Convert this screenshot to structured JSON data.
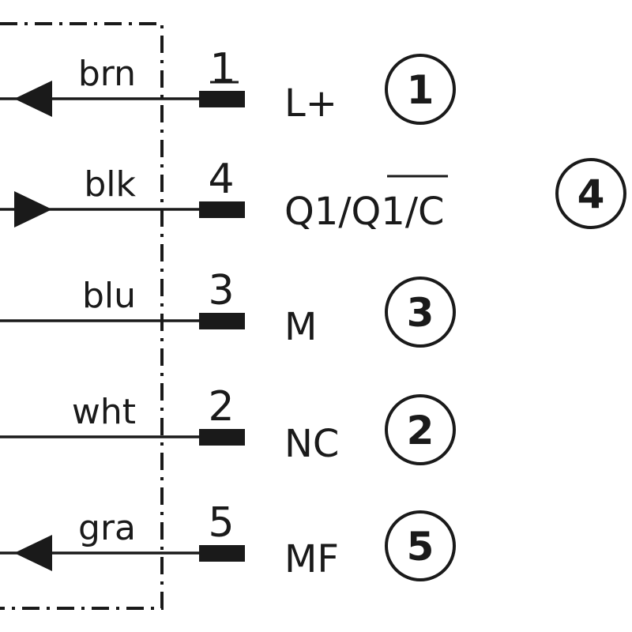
{
  "pins": [
    {
      "wire_color": "brn",
      "pin_number": "1",
      "signal": "L+",
      "badge": "1",
      "arrow": "left"
    },
    {
      "wire_color": "blk",
      "pin_number": "4",
      "signal_parts": [
        "Q1/",
        "Q1",
        "/C"
      ],
      "badge": "4",
      "arrow": "right"
    },
    {
      "wire_color": "blu",
      "pin_number": "3",
      "signal": "M",
      "badge": "3",
      "arrow": "none"
    },
    {
      "wire_color": "wht",
      "pin_number": "2",
      "signal": "NC",
      "badge": "2",
      "arrow": "none"
    },
    {
      "wire_color": "gra",
      "pin_number": "5",
      "signal": "MF",
      "badge": "5",
      "arrow": "left"
    }
  ],
  "colors": {
    "ink": "#1a1a1a",
    "background": "#ffffff"
  }
}
